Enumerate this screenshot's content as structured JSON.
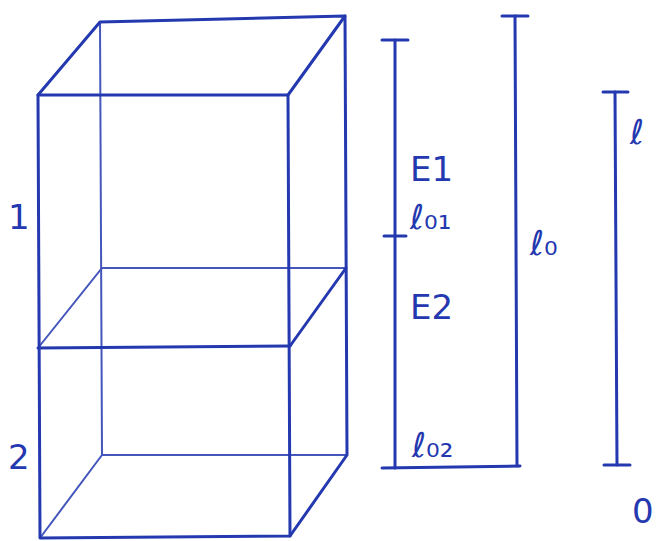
{
  "diagram": {
    "labels": [
      "1",
      "2",
      "E1",
      "ℓ₀₁",
      "E2",
      "ℓ₀₂",
      "ℓ₀",
      "ℓ",
      "0"
    ]
  }
}
